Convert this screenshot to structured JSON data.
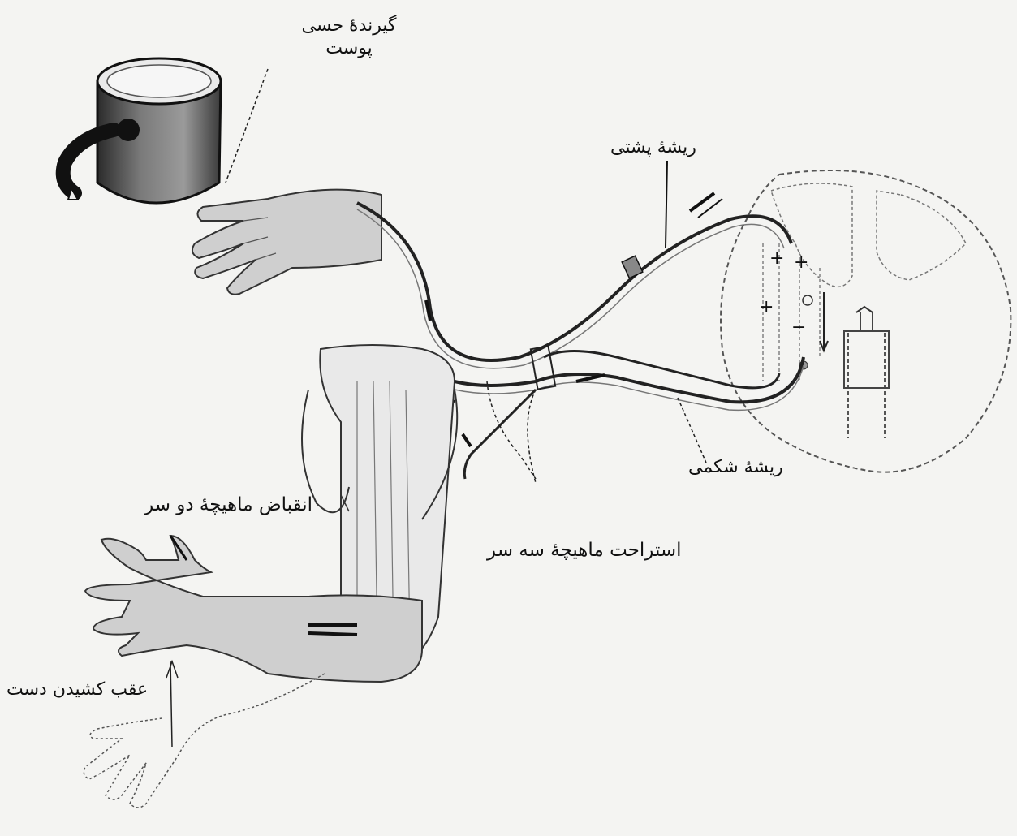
{
  "labels": {
    "skin_receptor_line1": "گیرندهٔ حسی",
    "skin_receptor_line2": "پوست",
    "dorsal_root": "ریشهٔ پشتی",
    "ventral_root": "ریشهٔ شکمی",
    "biceps_contraction": "انقباض ماهیچهٔ دو سر",
    "triceps_relaxation": "استراحت ماهیچهٔ سه سر",
    "hand_withdrawal": "عقب کشیدن دست"
  },
  "colors": {
    "background": "#f4f4f2",
    "ink": "#1a1a1a",
    "skin": "#cfcfcf",
    "heater": "#555555"
  }
}
